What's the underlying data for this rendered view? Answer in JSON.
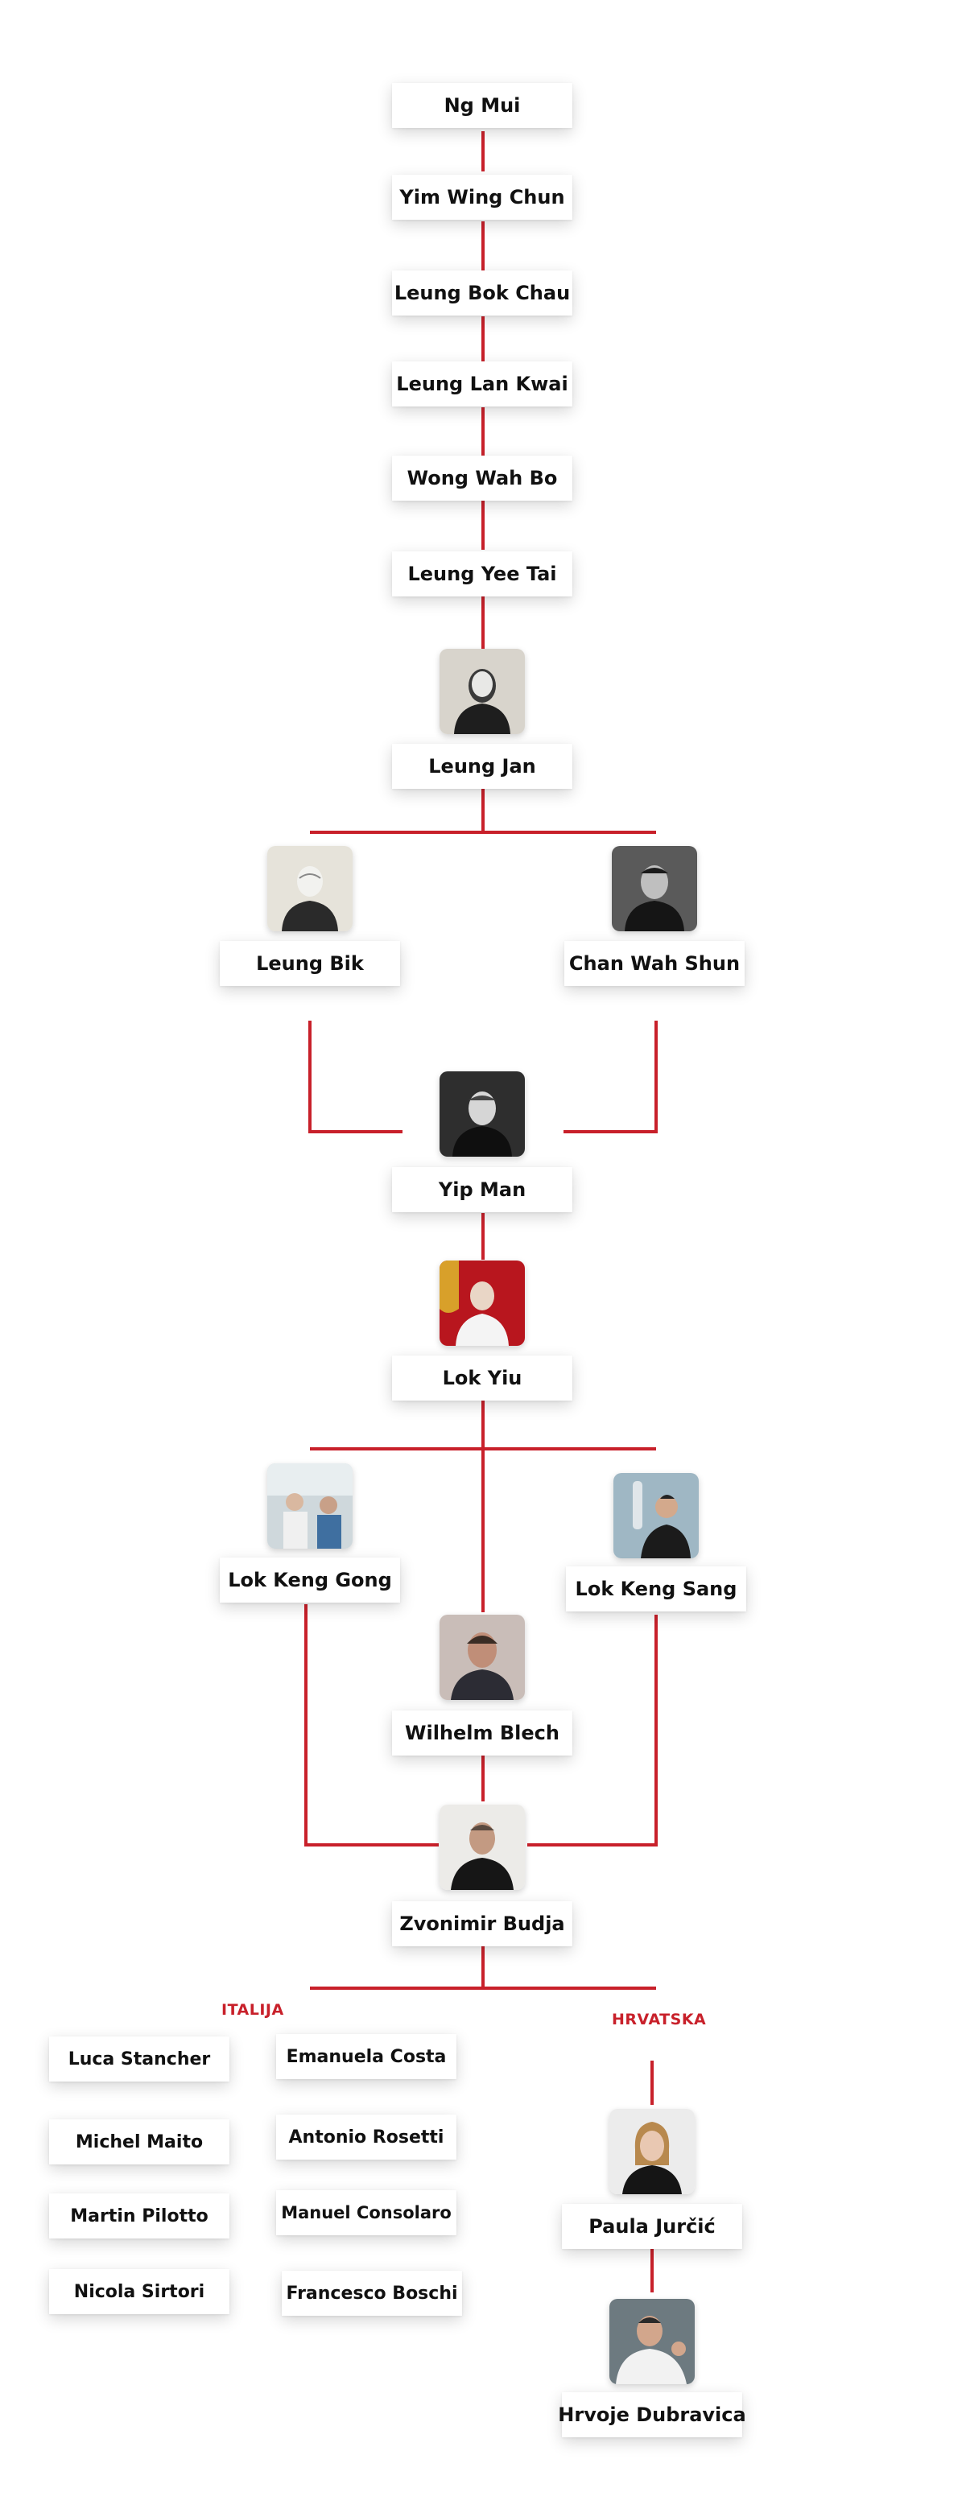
{
  "colors": {
    "line": "#c8202a",
    "text": "#111111",
    "region": "#c8202a",
    "box_bg": "#ffffff"
  },
  "lineage": [
    "Ng Mui",
    "Yim Wing Chun",
    "Leung Bok Chau",
    "Leung Lan Kwai",
    "Wong Wah Bo",
    "Leung Yee Tai",
    "Leung Jan"
  ],
  "generation_2": {
    "left": "Leung Bik",
    "right": "Chan Wah Shun"
  },
  "yip_man": "Yip Man",
  "lok_yiu": "Lok Yiu",
  "generation_5": {
    "left": "Lok Keng Gong",
    "middle": "Wilhelm Blech",
    "right": "Lok Keng Sang"
  },
  "zvonimir": "Zvonimir Budja",
  "regions": {
    "italija": {
      "label": "ITALIJA",
      "col1": [
        "Luca Stancher",
        "Michel Maito",
        "Martin Pilotto",
        "Nicola Sirtori"
      ],
      "col2": [
        "Emanuela Costa",
        "Antonio Rosetti",
        "Manuel Consolaro",
        "Francesco Boschi"
      ]
    },
    "hrvatska": {
      "label": "HRVATSKA",
      "members": [
        "Paula Jurčić",
        "Hrvoje Dubravica"
      ]
    }
  }
}
